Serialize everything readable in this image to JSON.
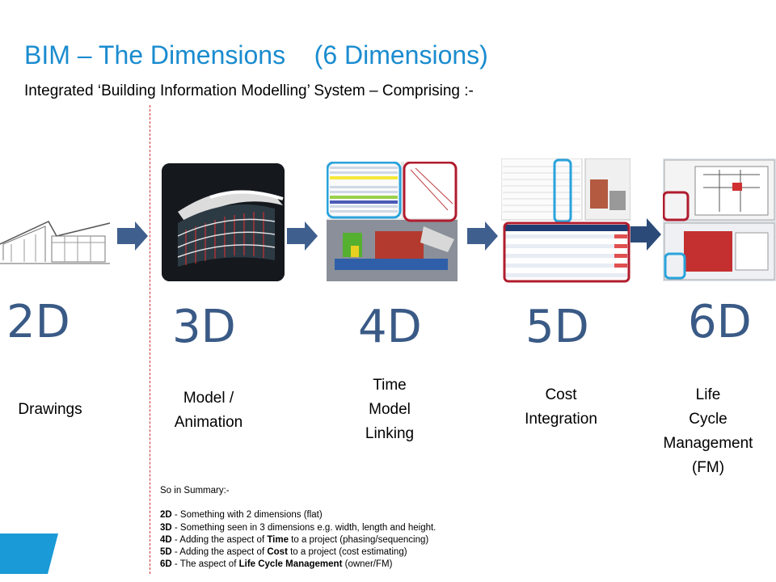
{
  "header": {
    "title": "BIM – The Dimensions    (6 Dimensions)",
    "subtitle": "Integrated ‘Building Information Modelling’ System – Comprising :-"
  },
  "dimensions": [
    {
      "code": "2D",
      "label_lines": [
        "Drawings"
      ]
    },
    {
      "code": "3D",
      "label_lines": [
        "Model /",
        "Animation"
      ]
    },
    {
      "code": "4D",
      "label_lines": [
        "Time",
        "Model",
        "Linking"
      ]
    },
    {
      "code": "5D",
      "label_lines": [
        "Cost",
        "Integration"
      ]
    },
    {
      "code": "6D",
      "label_lines": [
        "Life",
        "Cycle",
        "Management",
        "(FM)"
      ]
    }
  ],
  "summary": {
    "heading": "So in Summary:-",
    "items": [
      {
        "key": "2D",
        "pre": " - Something with 2 dimensions (flat)",
        "bold": "",
        "post": ""
      },
      {
        "key": "3D",
        "pre": " - Something seen in 3 dimensions e.g. width, length and height.",
        "bold": "",
        "post": ""
      },
      {
        "key": "4D",
        "pre": " - Adding the aspect of ",
        "bold": "Time",
        "post": " to a project (phasing/sequencing)"
      },
      {
        "key": "5D",
        "pre": " - Adding the aspect of ",
        "bold": "Cost",
        "post": " to a project (cost estimating)"
      },
      {
        "key": "6D",
        "pre": " - The aspect of ",
        "bold": "Life Cycle Management",
        "post": " (owner/FM)"
      }
    ]
  },
  "colors": {
    "title": "#1a8ccf",
    "dimension_text": "#3a5a86",
    "arrow": "#3f5f8f",
    "highlight_blue": "#29a3dc",
    "highlight_red": "#b01c2e"
  }
}
